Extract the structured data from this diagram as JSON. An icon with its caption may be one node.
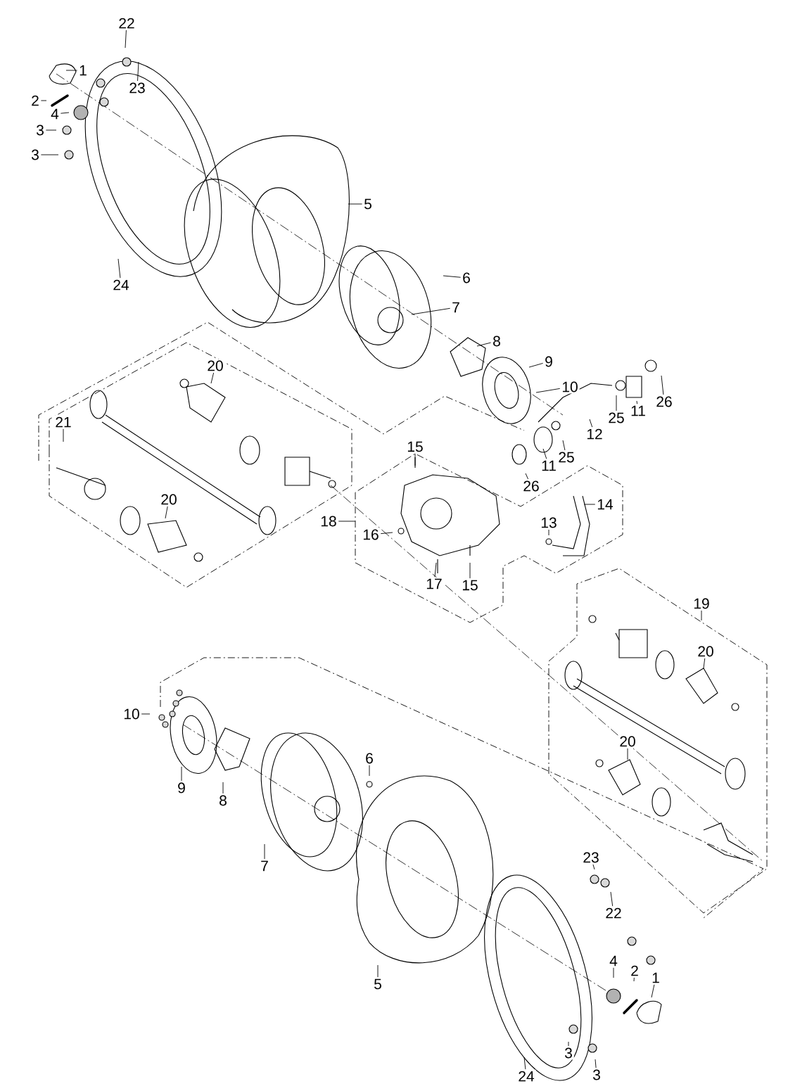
{
  "diagram": {
    "nodes": [
      {
        "text": [
          "22"
        ]
      },
      {
        "text": [
          "1"
        ]
      },
      {
        "text": [
          "23"
        ]
      },
      {
        "text": [
          "2"
        ]
      },
      {
        "text": [
          "4"
        ]
      },
      {
        "text": [
          "3"
        ]
      },
      {
        "text": [
          "3"
        ]
      },
      {
        "text": [
          "5"
        ]
      },
      {
        "text": [
          "24"
        ]
      },
      {
        "text": [
          "6"
        ]
      },
      {
        "text": [
          "7"
        ]
      },
      {
        "text": [
          "8"
        ]
      },
      {
        "text": [
          "9"
        ]
      },
      {
        "text": [
          "10"
        ]
      },
      {
        "text": [
          "20"
        ]
      },
      {
        "text": [
          "21"
        ]
      },
      {
        "text": [
          "12"
        ]
      },
      {
        "text": [
          "25"
        ]
      },
      {
        "text": [
          "11"
        ]
      },
      {
        "text": [
          "26"
        ]
      },
      {
        "text": [
          "11"
        ]
      },
      {
        "text": [
          "25"
        ]
      },
      {
        "text": [
          "26"
        ]
      },
      {
        "text": [
          "15"
        ]
      },
      {
        "text": [
          "20"
        ]
      },
      {
        "text": [
          "14"
        ]
      },
      {
        "text": [
          "18"
        ]
      },
      {
        "text": [
          "13"
        ]
      },
      {
        "text": [
          "16"
        ]
      },
      {
        "text": [
          "17"
        ]
      },
      {
        "text": [
          "15"
        ]
      },
      {
        "text": [
          "19"
        ]
      },
      {
        "text": [
          "20"
        ]
      },
      {
        "text": [
          "10"
        ]
      },
      {
        "text": [
          "20"
        ]
      },
      {
        "text": [
          "6"
        ]
      },
      {
        "text": [
          "9"
        ]
      },
      {
        "text": [
          "8"
        ]
      },
      {
        "text": [
          "7"
        ]
      },
      {
        "text": [
          "23"
        ]
      },
      {
        "text": [
          "22"
        ]
      },
      {
        "text": [
          "4"
        ]
      },
      {
        "text": [
          "2"
        ]
      },
      {
        "text": [
          "1"
        ]
      },
      {
        "text": [
          "5"
        ]
      },
      {
        "text": [
          "3"
        ]
      },
      {
        "text": [
          "24"
        ]
      },
      {
        "text": [
          "3"
        ]
      }
    ],
    "edges": [
      {
        "from": 0,
        "to": null,
        "arrow": "none"
      },
      {
        "from": 1,
        "to": null,
        "arrow": "none"
      },
      {
        "from": 2,
        "to": null,
        "arrow": "none"
      },
      {
        "from": 3,
        "to": null,
        "arrow": "none"
      },
      {
        "from": 4,
        "to": null,
        "arrow": "none"
      },
      {
        "from": 5,
        "to": null,
        "arrow": "none"
      },
      {
        "from": 6,
        "to": null,
        "arrow": "none"
      },
      {
        "from": 7,
        "to": null,
        "arrow": "none"
      },
      {
        "from": 8,
        "to": null,
        "arrow": "none"
      },
      {
        "from": 9,
        "to": null,
        "arrow": "none"
      },
      {
        "from": 10,
        "to": null,
        "arrow": "none"
      },
      {
        "from": 11,
        "to": null,
        "arrow": "none"
      },
      {
        "from": 12,
        "to": null,
        "arrow": "none"
      },
      {
        "from": 13,
        "to": null,
        "arrow": "none"
      },
      {
        "from": 14,
        "to": null,
        "arrow": "none"
      },
      {
        "from": 15,
        "to": null,
        "arrow": "none"
      },
      {
        "from": 16,
        "to": null,
        "arrow": "none"
      },
      {
        "from": 17,
        "to": null,
        "arrow": "none"
      },
      {
        "from": 18,
        "to": null,
        "arrow": "none"
      },
      {
        "from": 19,
        "to": null,
        "arrow": "none"
      },
      {
        "from": 20,
        "to": null,
        "arrow": "none"
      },
      {
        "from": 21,
        "to": null,
        "arrow": "none"
      },
      {
        "from": 22,
        "to": null,
        "arrow": "none"
      },
      {
        "from": 23,
        "to": null,
        "arrow": "none"
      },
      {
        "from": 24,
        "to": null,
        "arrow": "none"
      },
      {
        "from": 25,
        "to": null,
        "arrow": "none"
      },
      {
        "from": 26,
        "to": null,
        "arrow": "none"
      },
      {
        "from": 27,
        "to": null,
        "arrow": "none"
      },
      {
        "from": 28,
        "to": null,
        "arrow": "none"
      },
      {
        "from": 29,
        "to": null,
        "arrow": "none"
      },
      {
        "from": 30,
        "to": null,
        "arrow": "none"
      },
      {
        "from": 31,
        "to": null,
        "arrow": "none"
      },
      {
        "from": 32,
        "to": null,
        "arrow": "none"
      },
      {
        "from": 33,
        "to": null,
        "arrow": "none"
      },
      {
        "from": 34,
        "to": null,
        "arrow": "none"
      },
      {
        "from": 35,
        "to": null,
        "arrow": "none"
      },
      {
        "from": 36,
        "to": null,
        "arrow": "none"
      },
      {
        "from": 37,
        "to": null,
        "arrow": "none"
      },
      {
        "from": 38,
        "to": null,
        "arrow": "none"
      },
      {
        "from": 39,
        "to": null,
        "arrow": "none"
      },
      {
        "from": 40,
        "to": null,
        "arrow": "none"
      },
      {
        "from": 41,
        "to": null,
        "arrow": "none"
      },
      {
        "from": 42,
        "to": null,
        "arrow": "none"
      },
      {
        "from": 43,
        "to": null,
        "arrow": "none"
      },
      {
        "from": 44,
        "to": null,
        "arrow": "none"
      },
      {
        "from": 45,
        "to": null,
        "arrow": "none"
      },
      {
        "from": 46,
        "to": null,
        "arrow": "none"
      },
      {
        "from": 47,
        "to": null,
        "arrow": "none"
      }
    ]
  }
}
